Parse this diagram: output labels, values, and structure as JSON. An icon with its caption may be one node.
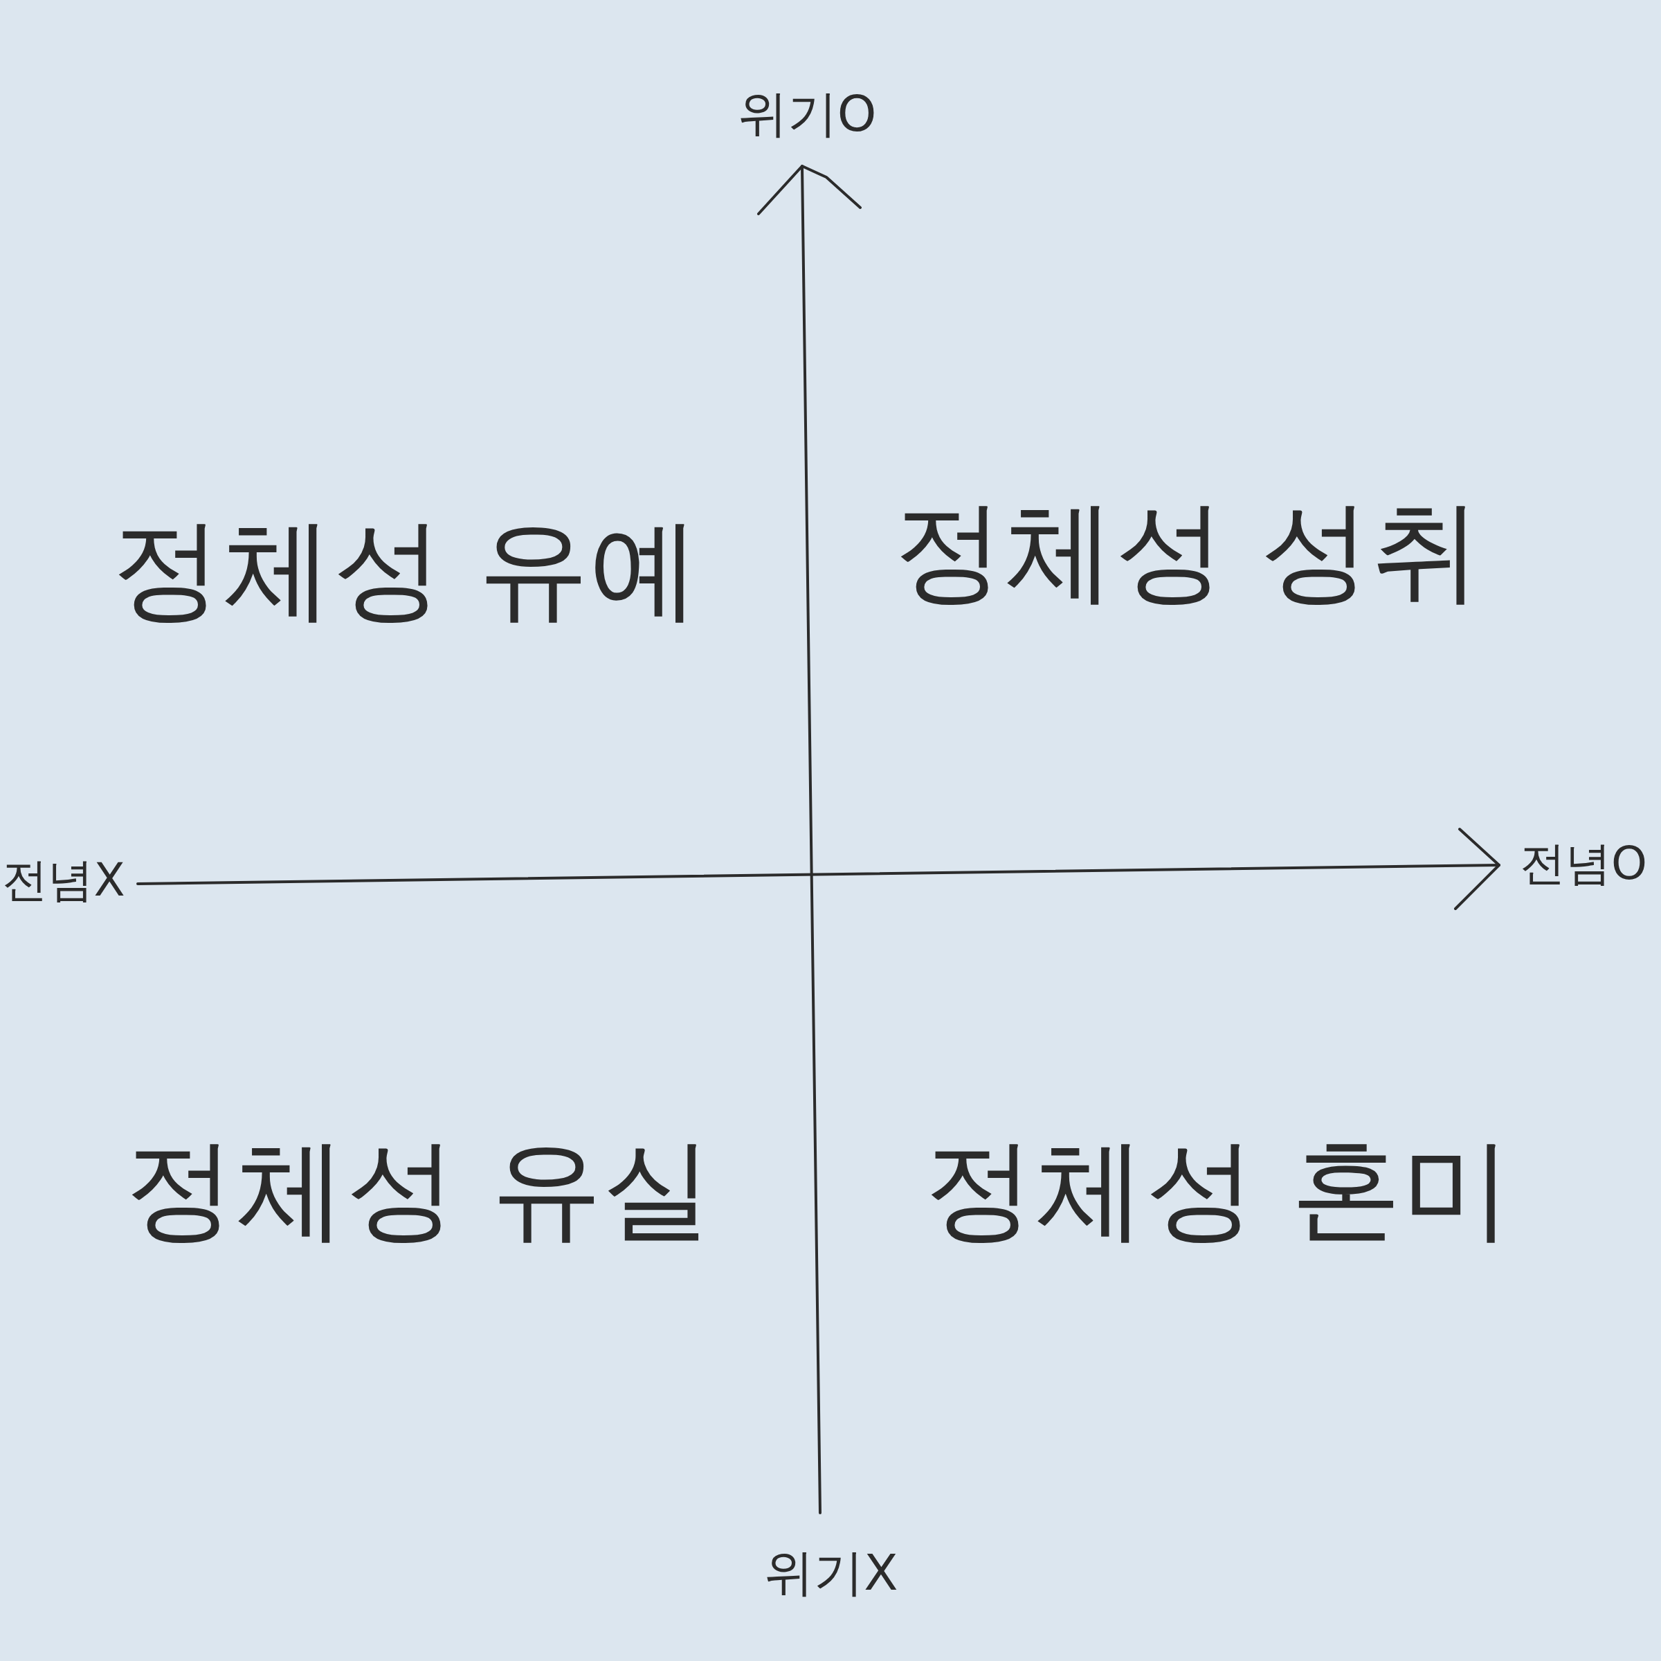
{
  "diagram": {
    "labels": [
      "위기O",
      "정체성 유예",
      "정체성 성취",
      "전념X",
      "전념O",
      "정체성 유실",
      "정체성 혼미",
      "위기X"
    ]
  }
}
